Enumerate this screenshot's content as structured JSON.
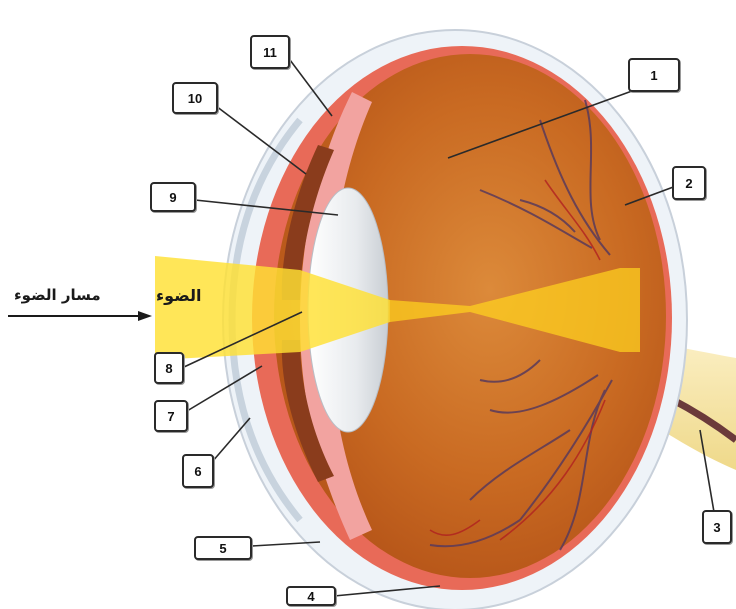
{
  "labels": {
    "n1": "1",
    "n2": "2",
    "n3": "3",
    "n4": "4",
    "n5": "5",
    "n6": "6",
    "n7": "7",
    "n8": "8",
    "n9": "9",
    "n10": "10",
    "n11": "11"
  },
  "light_word": "الضوء",
  "light_path_label": "مسار الضوء",
  "colors": {
    "eye_interior": "#c96a22",
    "choroid": "#e86a58",
    "sclera": "#eef3f8",
    "iris": "#8a3c1c",
    "light_beam": "#ffe033",
    "vessels": "#5a3a5a"
  }
}
